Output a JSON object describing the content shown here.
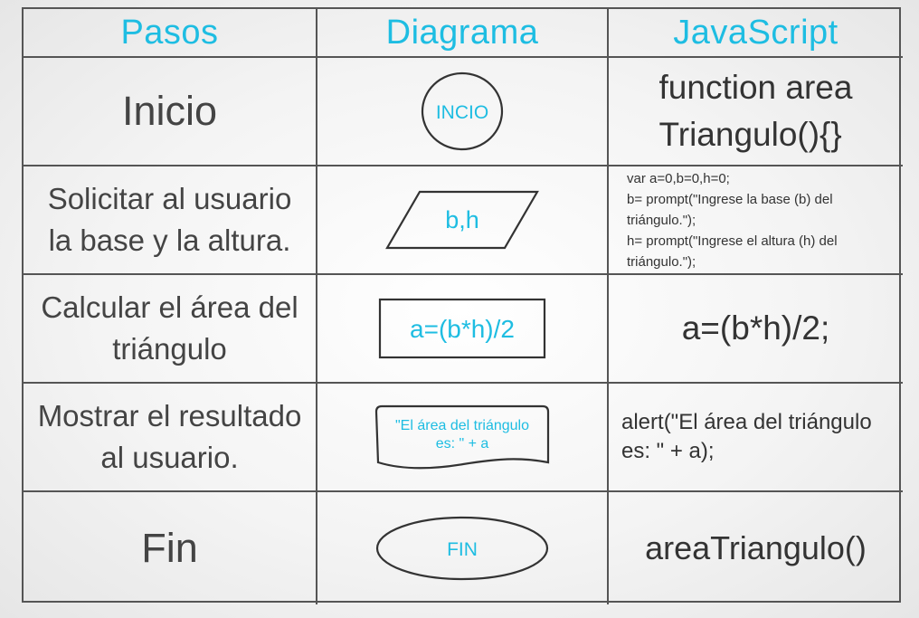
{
  "headers": {
    "col1": "Pasos",
    "col2": "Diagrama",
    "col3": "JavaScript"
  },
  "rows": [
    {
      "step": "Inicio",
      "shape": "ellipse",
      "shape_text": [
        "INCIO"
      ],
      "code": "function area\nTriangulo(){}"
    },
    {
      "step": "Solicitar al usuario\nla base y la altura.",
      "shape": "parallelogram",
      "shape_text": [
        "b,h"
      ],
      "code": "var a=0,b=0,h=0;\nb= prompt(\"Ingrese la base (b) del\ntriángulo.\");\nh= prompt(\"Ingrese el altura (h) del\ntriángulo.\");"
    },
    {
      "step": "Calcular el área del\ntriángulo",
      "shape": "rectangle",
      "shape_text": [
        "a=(b*h)/2"
      ],
      "code": "a=(b*h)/2;"
    },
    {
      "step": "Mostrar el resultado\nal usuario.",
      "shape": "document",
      "shape_text": [
        "\"El área del triángulo",
        "es: \" + a"
      ],
      "code": "alert(\"El área del triángulo\nes: \" + a);"
    },
    {
      "step": "Fin",
      "shape": "ellipse",
      "shape_text": [
        "FIN"
      ],
      "code": "areaTriangulo()"
    }
  ],
  "colors": {
    "accent": "#1ebde2",
    "text": "#3a3a3a",
    "border": "#555555"
  }
}
